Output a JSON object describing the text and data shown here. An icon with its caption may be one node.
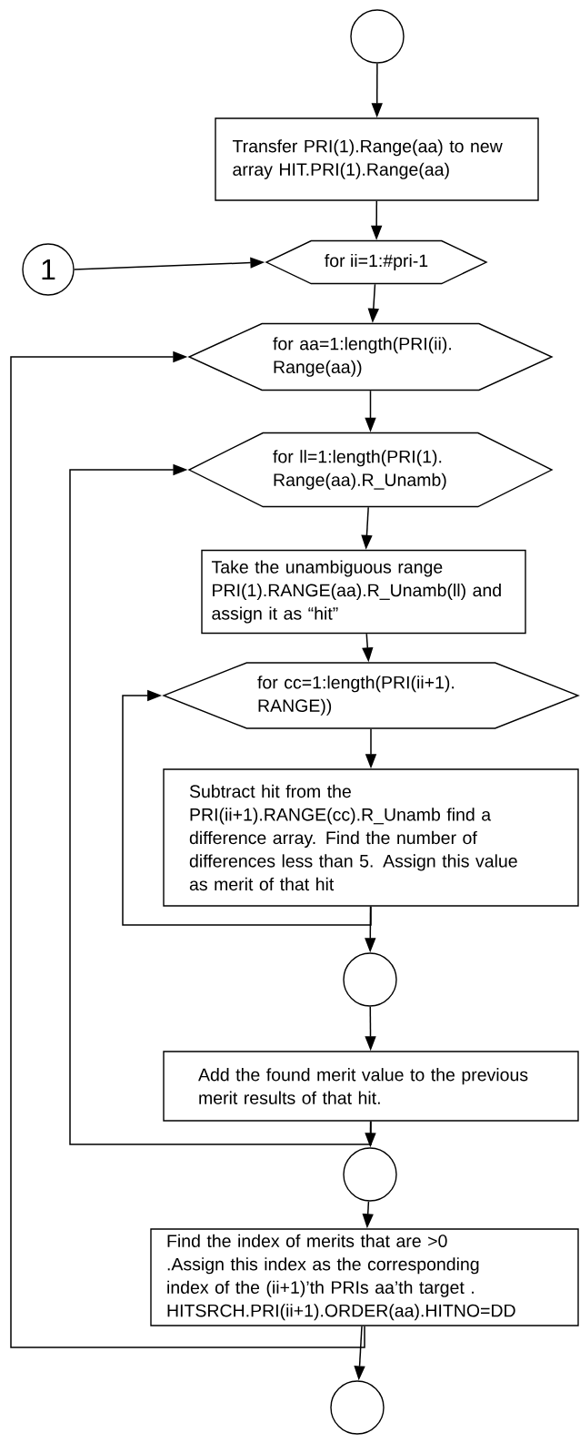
{
  "diagram": {
    "nodes": [
      {
        "text": [],
        "shape": "circle"
      },
      {
        "text": [
          "Transfer PRI(1).Range(aa) to new array HIT.PRI(1).Range(aa)"
        ]
      },
      {
        "text": [
          "1"
        ]
      },
      {
        "text": [
          "for ii=1:#pri-1"
        ]
      },
      {
        "text": [
          "for aa=1:length(PRI(ii). Range(aa))"
        ]
      },
      {
        "text": [
          "for ll=1:length(PRI(1). Range(aa).R_Unamb)"
        ]
      },
      {
        "text": [
          "Take the unambiguous range PRI(1).RANGE(aa).R_Unamb(ll) and assign it as “hit”"
        ]
      },
      {
        "text": [
          "for cc=1:length(PRI(ii+1). RANGE))"
        ]
      },
      {
        "text": [
          "Subtract hit from the PRI(ii+1).RANGE(cc).R_Unamb find a difference array. Find the number of differences less than 5. Assign this value as merit of that hit"
        ]
      },
      {
        "text": [],
        "shape": "circle"
      },
      {
        "text": [
          "Add the found merit value to the previous merit results of that hit."
        ]
      },
      {
        "text": [],
        "shape": "circle"
      },
      {
        "text": [
          "Find the index of merits that are >0 .Assign this index as the corresponding index of the (ii+1)’th PRIs aa’th target . HITSRCH.PRI(ii+1).ORDER(aa).HITNO=DD"
        ]
      },
      {
        "text": [],
        "shape": "circle"
      }
    ],
    "edges": [
      {
        "from": 0,
        "to": 1,
        "arrow": "to"
      },
      {
        "from": 1,
        "to": 3,
        "arrow": "to"
      },
      {
        "from": 2,
        "to": 3,
        "arrow": "to"
      },
      {
        "from": 3,
        "to": 4,
        "arrow": "to"
      },
      {
        "from": 4,
        "to": 5,
        "arrow": "to"
      },
      {
        "from": 5,
        "to": 6,
        "arrow": "to"
      },
      {
        "from": 6,
        "to": 7,
        "arrow": "to"
      },
      {
        "from": 7,
        "to": 8,
        "arrow": "to"
      },
      {
        "from": 8,
        "to": 9,
        "arrow": "to"
      },
      {
        "from": 8,
        "to": 7,
        "arrow": "to"
      },
      {
        "from": 9,
        "to": 10,
        "arrow": "to"
      },
      {
        "from": 10,
        "to": 11,
        "arrow": "to"
      },
      {
        "from": 10,
        "to": 5,
        "arrow": "to"
      },
      {
        "from": 11,
        "to": 12,
        "arrow": "to"
      },
      {
        "from": 12,
        "to": 13,
        "arrow": "to"
      },
      {
        "from": 12,
        "to": 4,
        "arrow": "to"
      }
    ]
  }
}
